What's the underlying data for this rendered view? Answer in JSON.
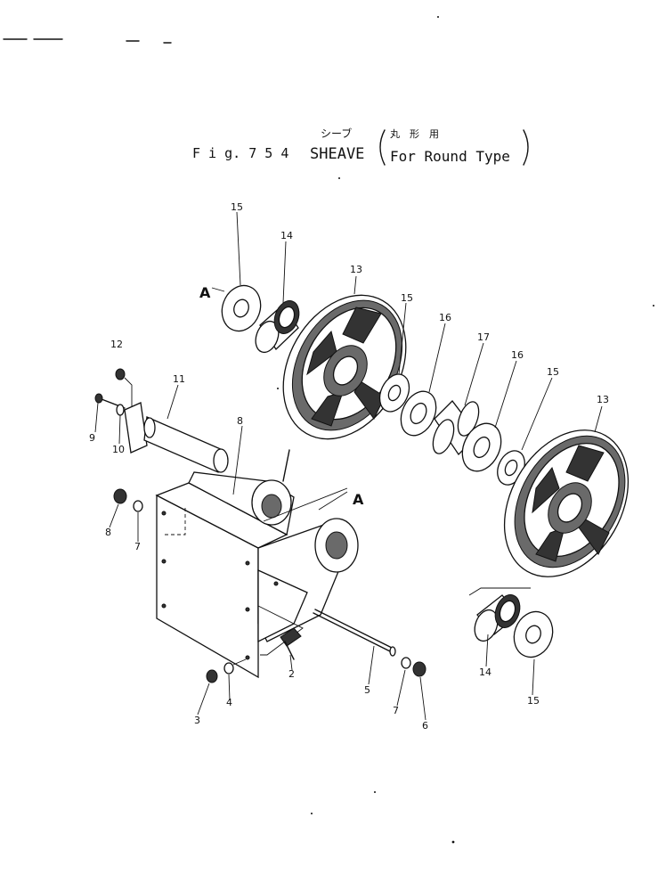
{
  "title": {
    "japanese": "シーブ",
    "japanese_paren": "丸　形　用",
    "fig": "F i g. 7 5 4",
    "name": "SHEAVE",
    "subtitle": "For Round Type"
  },
  "view_marks": [
    "A",
    "A"
  ],
  "parts": {
    "p2": "2",
    "p3": "3",
    "p4": "4",
    "p5": "5",
    "p6": "6",
    "p7a": "7",
    "p7b": "7",
    "p8a": "8",
    "p8b": "8",
    "p9": "9",
    "p10": "10",
    "p11": "11",
    "p12": "12",
    "p13a": "13",
    "p13b": "13",
    "p14a": "14",
    "p14b": "14",
    "p15a": "15",
    "p15b": "15",
    "p15c": "15",
    "p15d": "15",
    "p16a": "16",
    "p16b": "16",
    "p17": "17"
  }
}
